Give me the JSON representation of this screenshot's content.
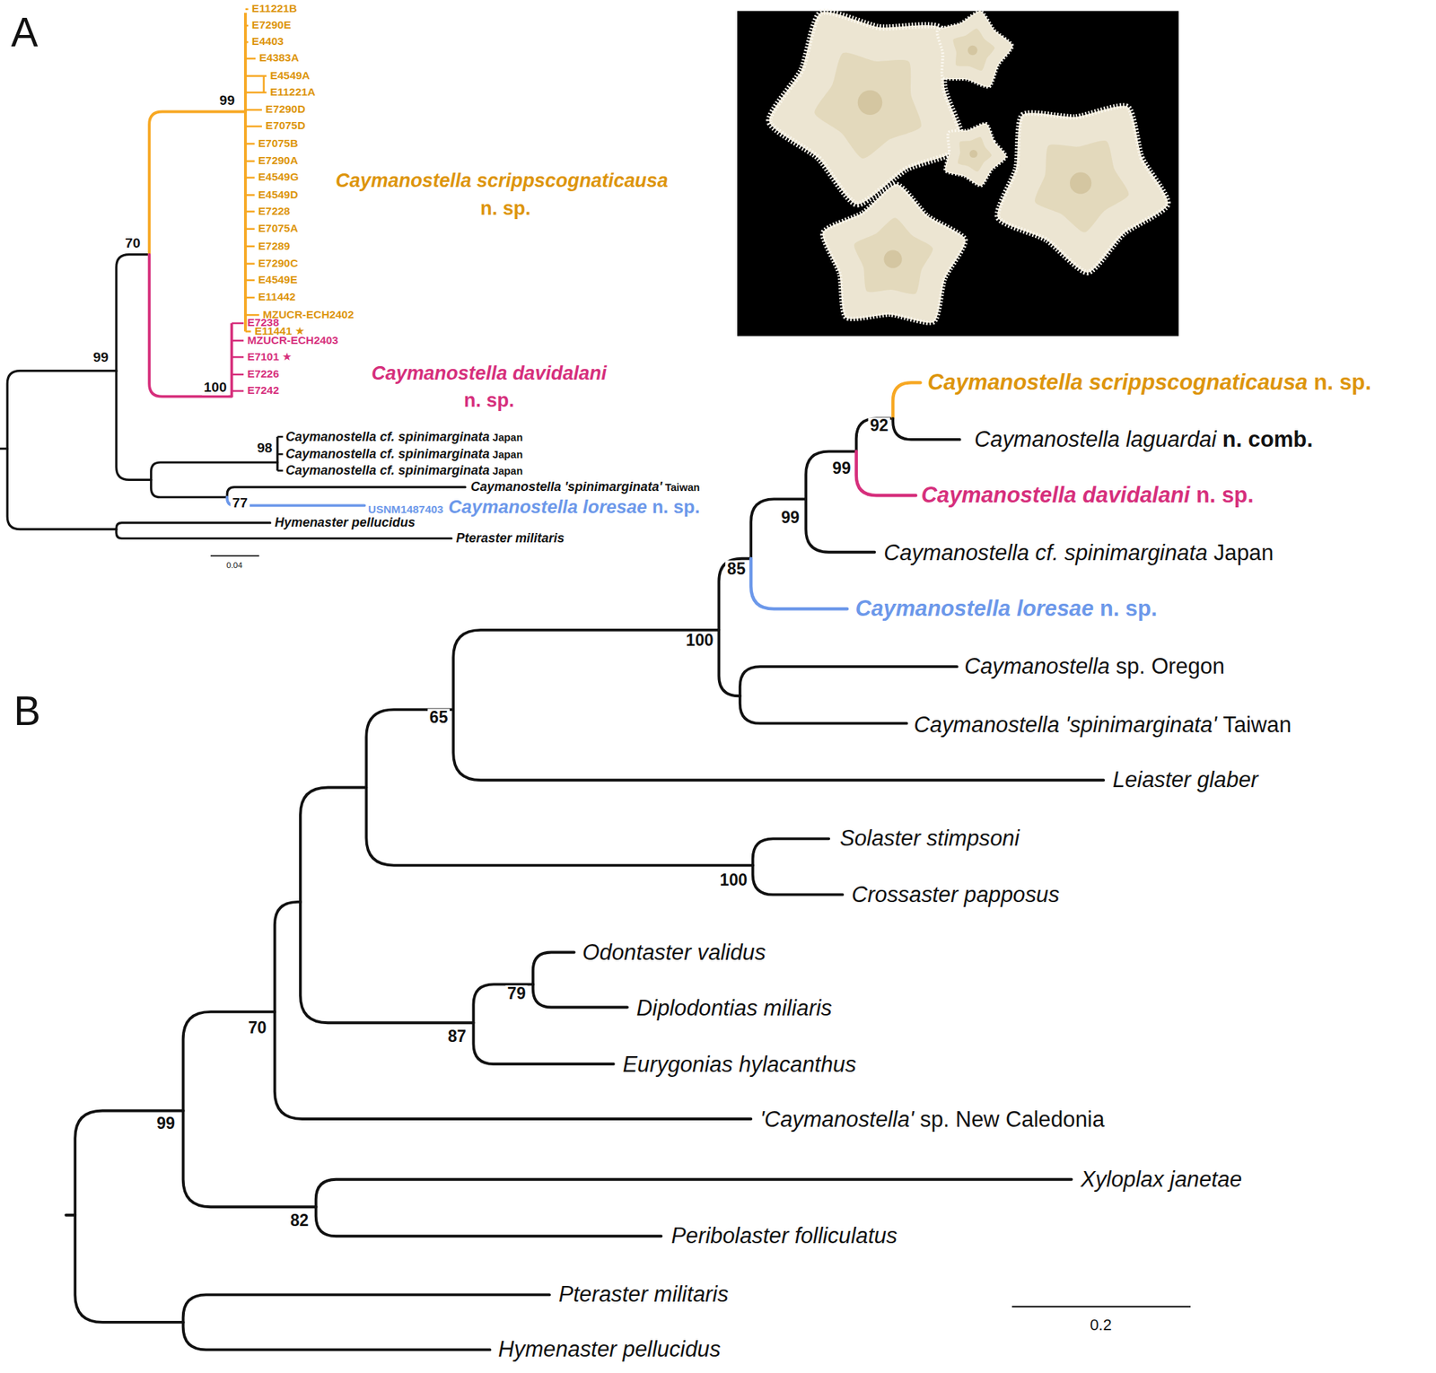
{
  "diagram": {
    "labels": [
      "A",
      "B",
      "E11221B",
      "E7290E",
      "E4403",
      "E4383A",
      "E4549A",
      "E11221A",
      "E7290D",
      "E7075D",
      "E7075B",
      "E7290A",
      "E4549G",
      "E4549D",
      "E7228",
      "E7075A",
      "E7289",
      "E7290C",
      "E4549E",
      "E11442",
      "MZUCR-ECH2402",
      "E11441 ★",
      "E7238",
      "MZUCR-ECH2403",
      "E7101 ★",
      "E7226",
      "E7242",
      "Caymanostella scrippscognaticausa",
      "n. sp.",
      "Caymanostella davidalani",
      "n. sp.",
      "Caymanostella cf. spinimarginata",
      "Japan",
      "Caymanostella cf. spinimarginata",
      "Japan",
      "Caymanostella cf. spinimarginata",
      "Japan",
      "Caymanostella 'spinimarginata'",
      "Taiwan",
      "USNM1487403",
      "Caymanostella loresae",
      "n. sp.",
      "Hymenaster pellucidus",
      "Pteraster militaris",
      "99",
      "70",
      "99",
      "100",
      "98",
      "77",
      "0.04",
      "Caymanostella scrippscognaticausa",
      "n. sp.",
      "Caymanostella laguardai",
      "n. comb.",
      "Caymanostella davidalani",
      "n. sp.",
      "Caymanostella cf. spinimarginata",
      "Japan",
      "Caymanostella loresae",
      "n. sp.",
      "Caymanostella",
      "sp. Oregon",
      "Caymanostella 'spinimarginata'",
      "Taiwan",
      "Leiaster glaber",
      "Solaster stimpsoni",
      "Crossaster papposus",
      "Odontaster validus",
      "Diplodontias miliaris",
      "Eurygonias hylacanthus",
      "'Caymanostella'",
      "sp. New Caledonia",
      "Xyloplax janetae",
      "Peribolaster folliculatus",
      "Pteraster militaris",
      "Hymenaster pellucidus",
      "92",
      "99",
      "99",
      "85",
      "100",
      "65",
      "100",
      "79",
      "87",
      "70",
      "99",
      "82",
      "0.2"
    ]
  }
}
